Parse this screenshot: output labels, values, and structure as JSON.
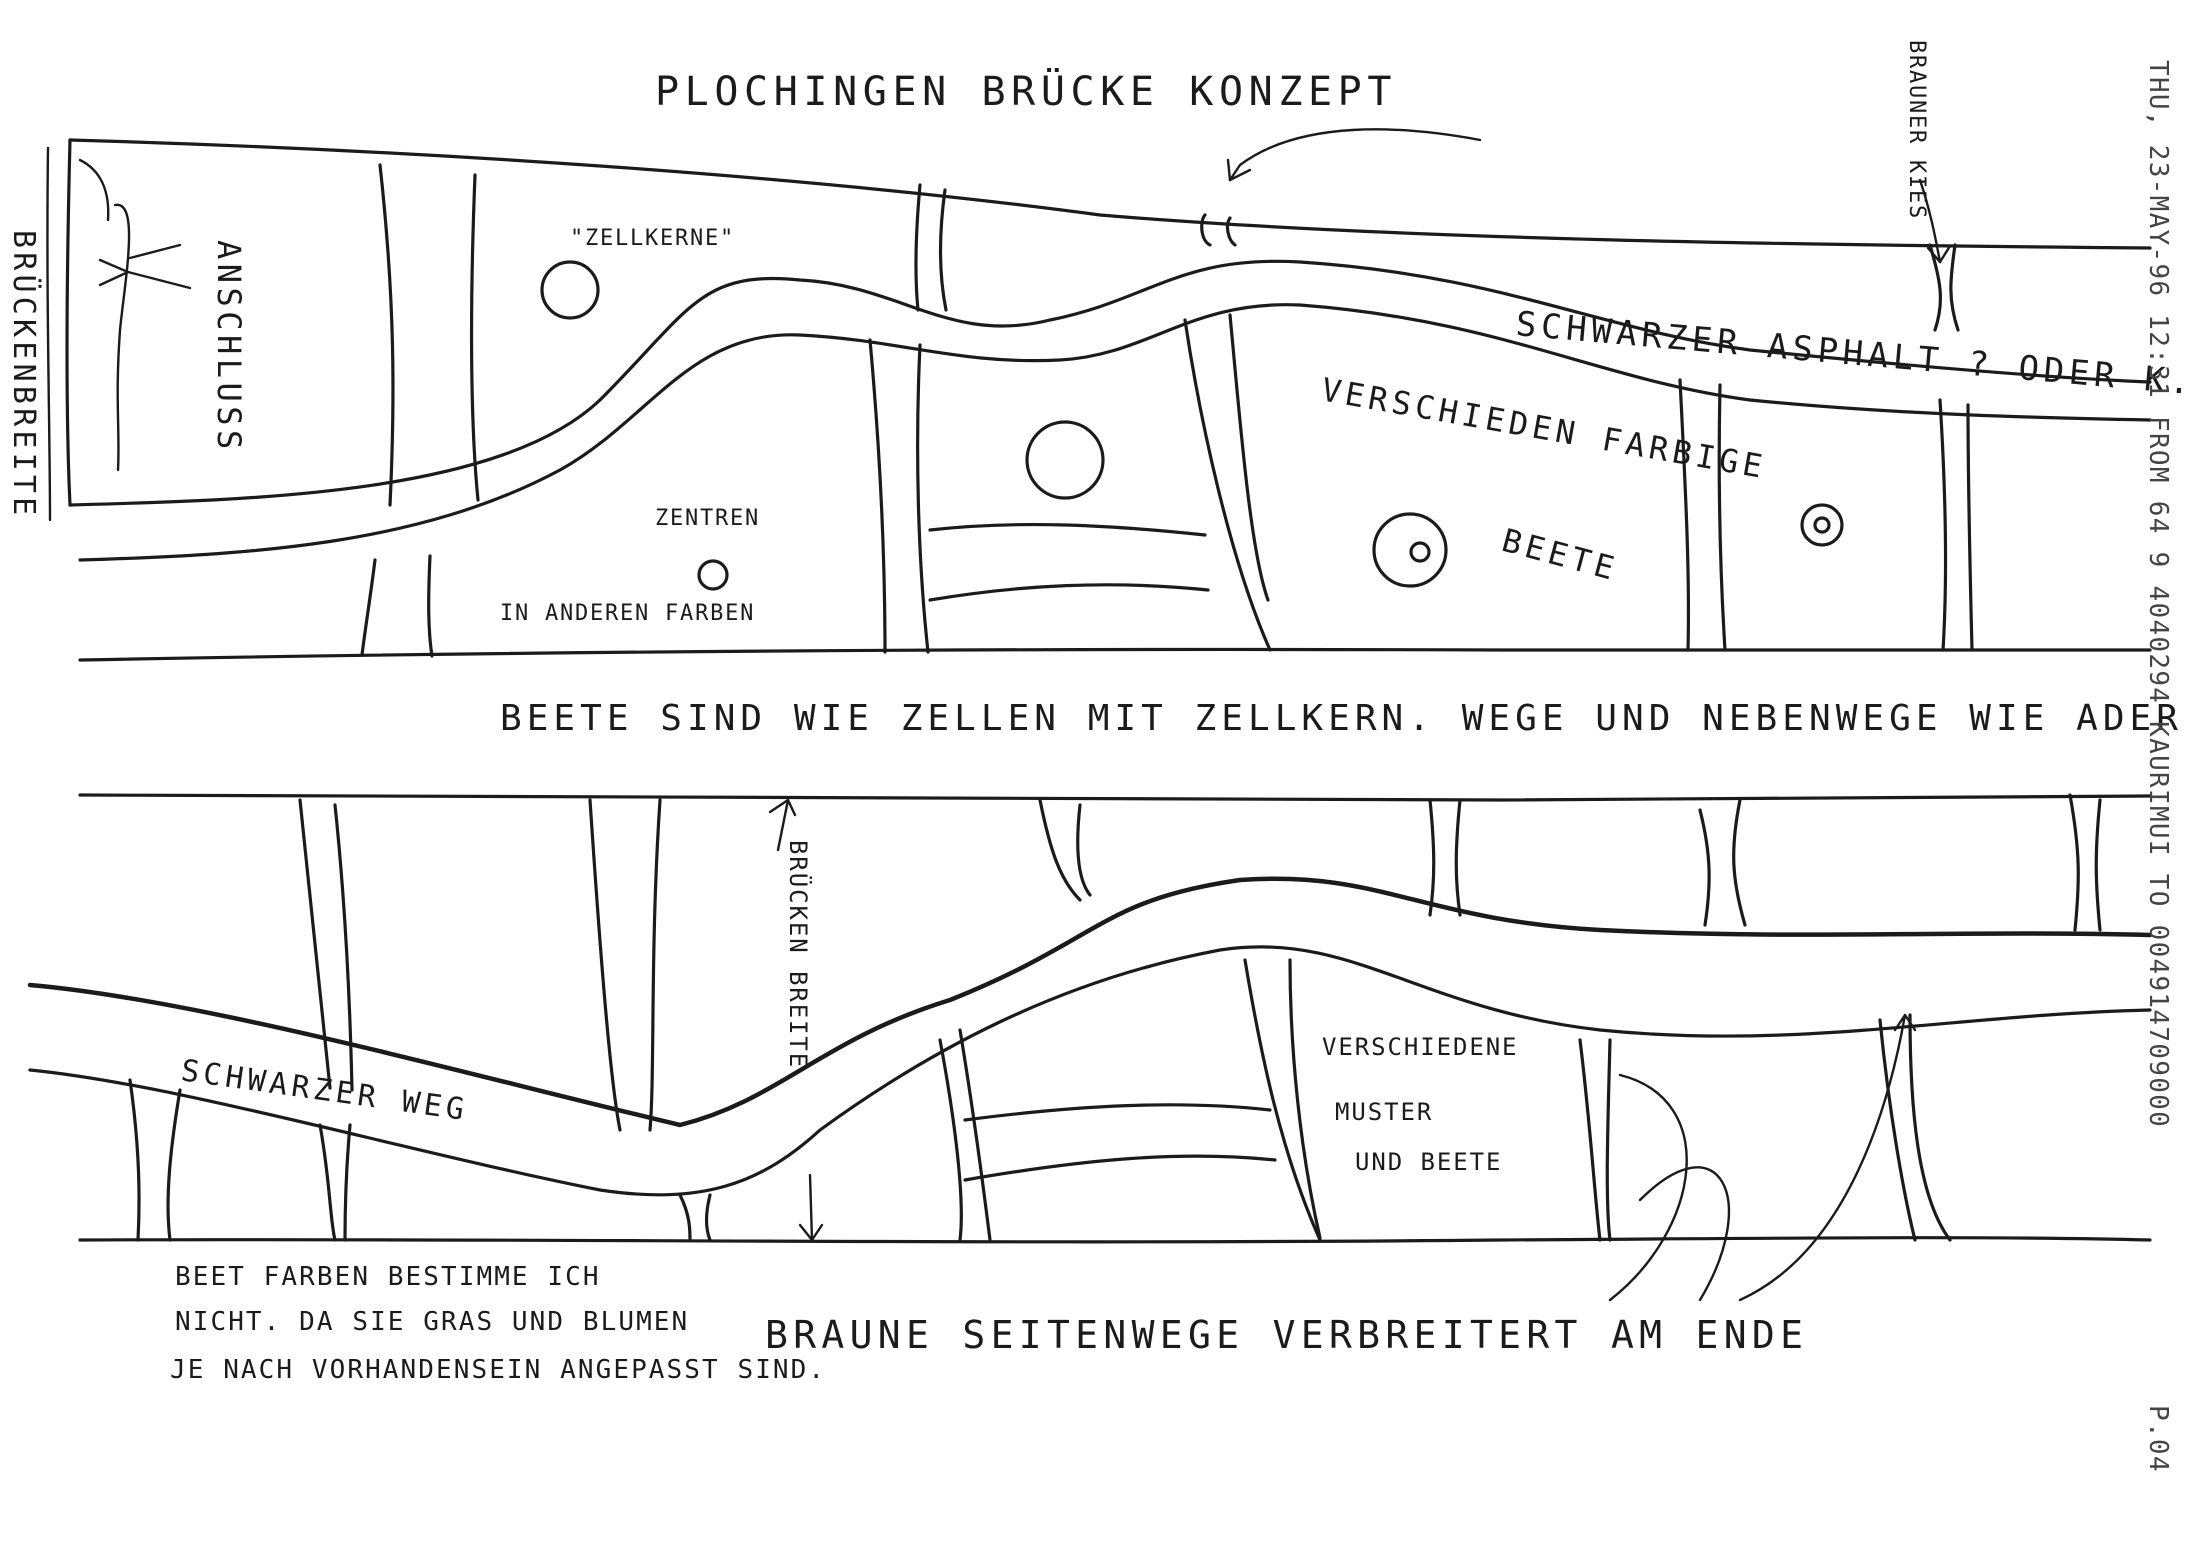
{
  "title": "PLOCHINGEN BRÜCKE KONZEPT",
  "fax_header": "THU, 23-MAY-96 12:31 FROM 64 9 4040294 KAURIMUI TO 004914709000",
  "page_number": "P.04",
  "labels": {
    "brueckenbreite_left": "BRÜCKENBREITE",
    "anschluss": "ANSCHLUSS",
    "zellkerne": "\"ZELLKERNE\"",
    "zentren": "ZENTREN",
    "in_anderen_farben": "IN ANDEREN FARBEN",
    "verschieden_farbige": "VERSCHIEDEN FARBIGE",
    "beete_upper": "BEETE",
    "schwarzer_asphalt": "SCHWARZER ASPHALT ? ODER K.",
    "braunes_kies": "BRAUNER KIES",
    "concept_line": "BEETE SIND WIE ZELLEN MIT ZELLKERN. WEGE UND NEBENWEGE WIE ADER",
    "brueckenbreite_lower": "BRÜCKEN BREITE",
    "schwarzer_weg": "SCHWARZER WEG",
    "verschiedene_muster": "VERSCHIEDENE",
    "muster": "MUSTER",
    "und_beete": "UND BEETE",
    "note_line1": "BEET FARBEN BESTIMME ICH",
    "note_line2": "NICHT. DA SIE GRAS UND BLUMEN",
    "note_line3": "JE NACH VORHANDENSEIN ANGEPASST SIND.",
    "braune_seitenwege": "BRAUNE SEITENWEGE VERBREITERT AM ENDE"
  }
}
